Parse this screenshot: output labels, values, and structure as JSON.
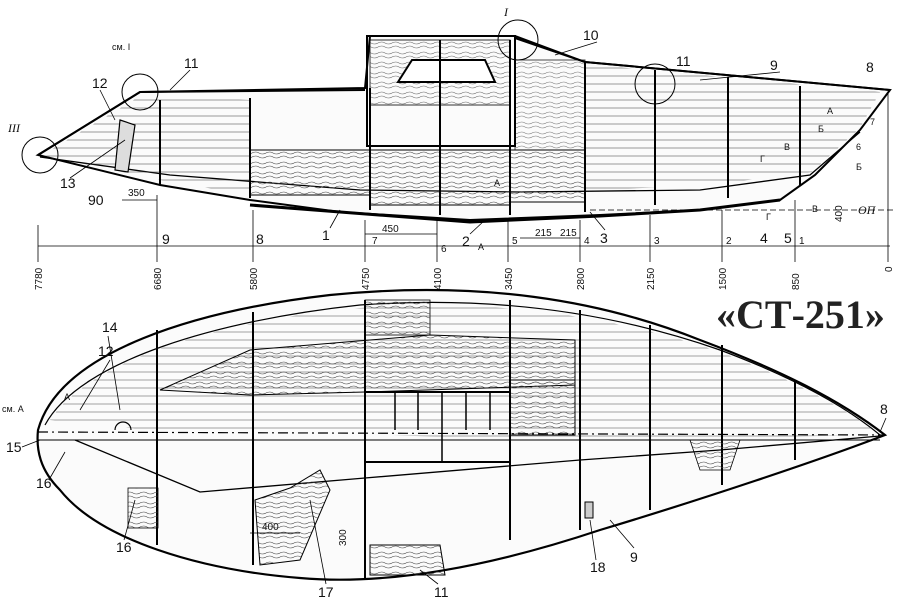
{
  "title": "«СТ-251»",
  "top_view": {
    "station_values": [
      "7780",
      "6680",
      "5800",
      "4750",
      "4100",
      "3450",
      "2800",
      "2150",
      "1500",
      "850",
      "0"
    ],
    "station_numbers": [
      "9",
      "8",
      "7",
      "6",
      "5",
      "4",
      "3",
      "2",
      "1"
    ],
    "part_labels": [
      "1",
      "2",
      "3",
      "4",
      "5",
      "7",
      "8",
      "9",
      "10",
      "11",
      "11",
      "12",
      "13"
    ],
    "dimensions": {
      "d350": "350",
      "d450": "450",
      "d215a": "215",
      "d215b": "215",
      "d400": "400",
      "d90": "90"
    },
    "baseline": "ОП",
    "callouts": {
      "c1": "I",
      "c3": "III",
      "see1": "см. I"
    },
    "section_marks": [
      "А",
      "А",
      "А",
      "Б",
      "Б",
      "В",
      "В",
      "Г",
      "Г",
      "6"
    ]
  },
  "bottom_view": {
    "part_labels": [
      "8",
      "9",
      "11",
      "12",
      "14",
      "15",
      "16",
      "16",
      "17",
      "18"
    ],
    "dimensions": {
      "d400": "400",
      "d300": "300"
    },
    "see_a": "см. А",
    "mark_a": "А"
  }
}
